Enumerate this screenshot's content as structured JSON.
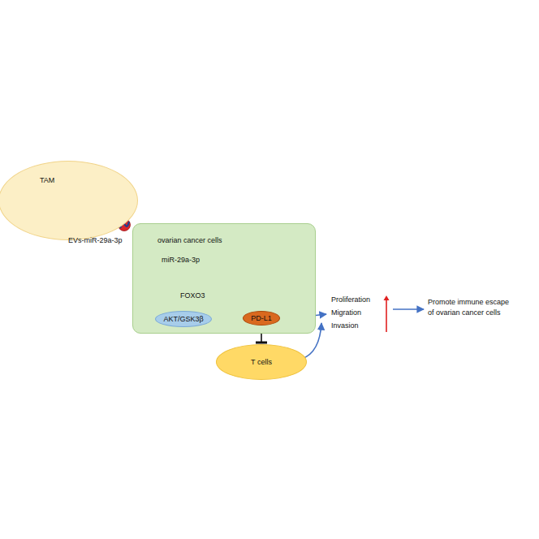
{
  "diagram": {
    "nodes": [
      {
        "text": [
          "TAM"
        ]
      },
      {
        "text": [
          "ovarian cancer cells"
        ]
      },
      {
        "text": [
          "AKT/GSK3β"
        ],
        "in": 1
      },
      {
        "text": [
          "PD-L1"
        ],
        "in": 1
      },
      {
        "text": [
          "T cells"
        ]
      }
    ],
    "edges": [
      {
        "from": 2,
        "to": 3,
        "arrow": "to"
      },
      {
        "from": 3,
        "to": 4,
        "arrow": "to"
      }
    ],
    "labels": [
      "EVs-miR-29a-3p",
      "miR-29a-3p",
      "FOXO3",
      "Proliferation Migration Invasion",
      "Promote immune escape of ovarian cancer cells"
    ]
  }
}
